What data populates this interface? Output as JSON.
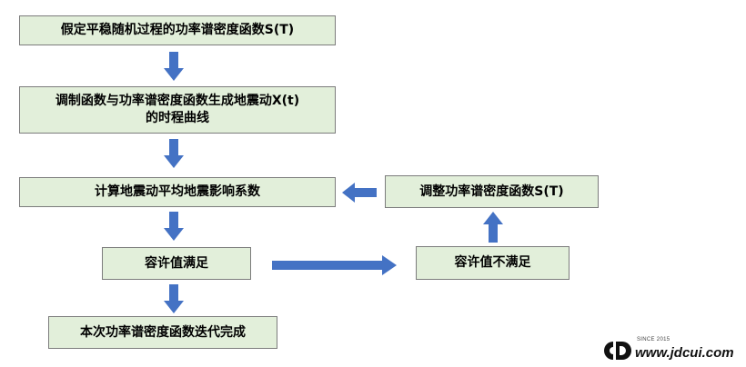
{
  "nodes": {
    "step1": "假定平稳随机过程的功率谱密度函数S(T)",
    "step2_line1": "调制函数与功率谱密度函数生成地震动X(t)",
    "step2_line2": "的时程曲线",
    "step3": "计算地震动平均地震影响系数",
    "step4": "容许值满足",
    "step5": "本次功率谱密度函数迭代完成",
    "fail": "容许值不满足",
    "adjust": "调整功率谱密度函数S(T)"
  },
  "watermark": {
    "since": "SINCE 2015",
    "url": "www.jdcui.com"
  },
  "colors": {
    "box_fill": "#e2efda",
    "box_border": "#7c7c7c",
    "arrow": "#4472c4"
  }
}
